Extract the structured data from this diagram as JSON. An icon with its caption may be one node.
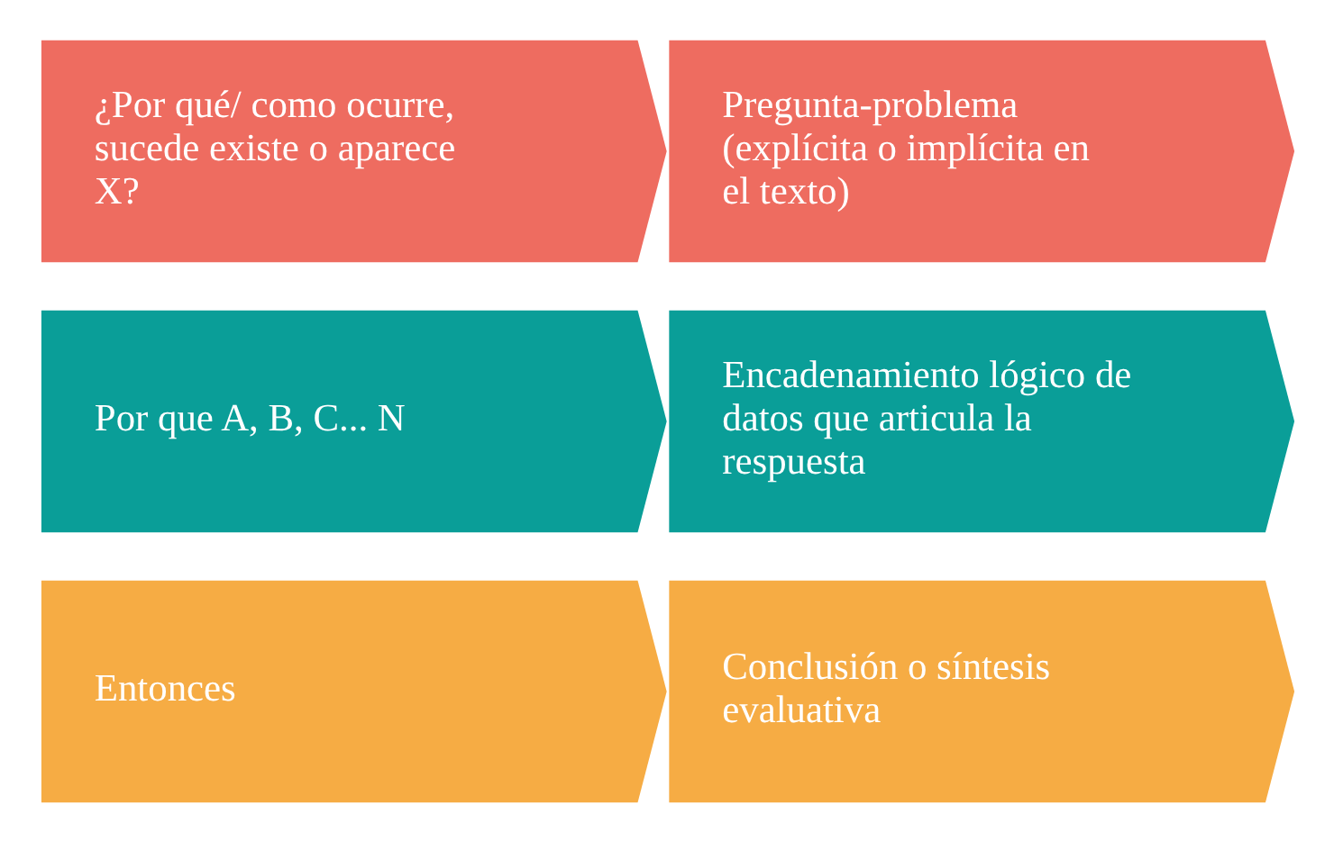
{
  "diagram": {
    "nodes": [
      {
        "text": [
          "¿Por qué/ como ocurre, sucede existe o aparece X?"
        ]
      },
      {
        "text": [
          "Pregunta-problema (explícita o implícita en el texto)"
        ]
      },
      {
        "text": [
          "Por que A, B, C... N"
        ]
      },
      {
        "text": [
          "Encadenamiento lógico de datos que articula la respuesta"
        ]
      },
      {
        "text": [
          "Entonces"
        ]
      },
      {
        "text": [
          "Conclusión o síntesis evaluativa"
        ]
      }
    ]
  }
}
